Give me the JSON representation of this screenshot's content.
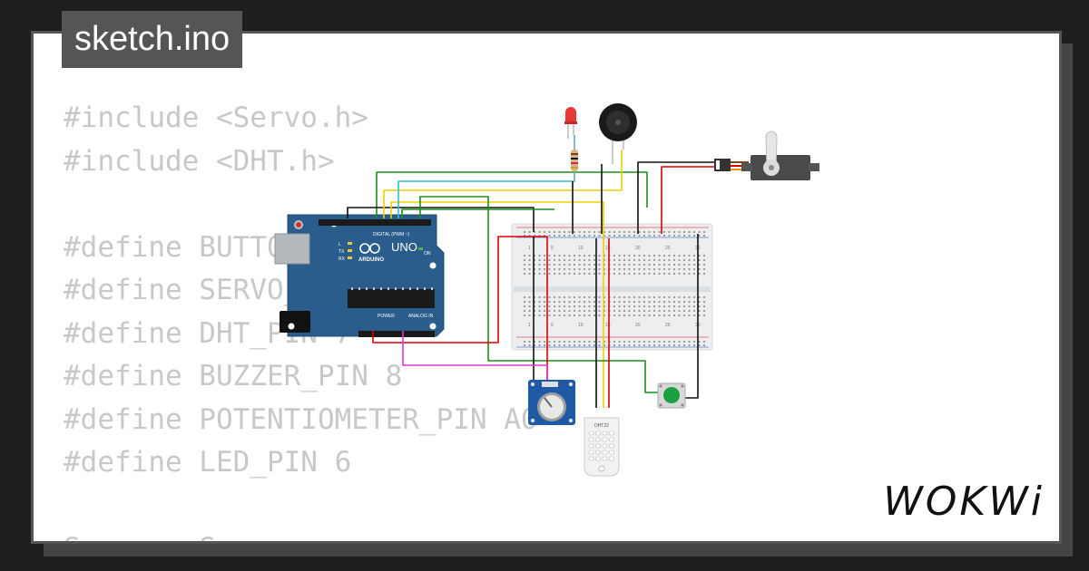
{
  "project": {
    "filename": "sketch.ino"
  },
  "code_lines": [
    "#include <Servo.h>",
    "#include <DHT.h>",
    "",
    "#define BUTTON_PIN 2",
    "#define SERVO_PIN 9",
    "#define DHT_PIN 7",
    "#define BUZZER_PIN 8",
    "#define POTENTIOMETER_PIN A0",
    "#define LED_PIN 6",
    "",
    "Servo myServo;"
  ],
  "arduino": {
    "name": "UNO",
    "brand": "ARDUINO",
    "digital_header": "DIGITAL (PWM ~)",
    "power_header": "POWER",
    "analog_header": "ANALOG IN",
    "on_label": "ON",
    "tx_label": "TX",
    "rx_label": "RX",
    "l_label": "L"
  },
  "dht": {
    "label": "DHT22"
  },
  "breadboard": {
    "column_numbers": [
      "1",
      "5",
      "10",
      "15",
      "20",
      "25",
      "30"
    ]
  },
  "brand": {
    "name": "WOKWi"
  },
  "colors": {
    "arduino_board": "#2a5d8c",
    "wire_green": "#1a8f1a",
    "wire_black": "#111111",
    "wire_red": "#dd0000",
    "wire_yellow": "#f0d000",
    "wire_cyan": "#33c0d0",
    "wire_magenta": "#dd33dd",
    "led_red": "#e53935",
    "button_green": "#1b9e3e"
  }
}
